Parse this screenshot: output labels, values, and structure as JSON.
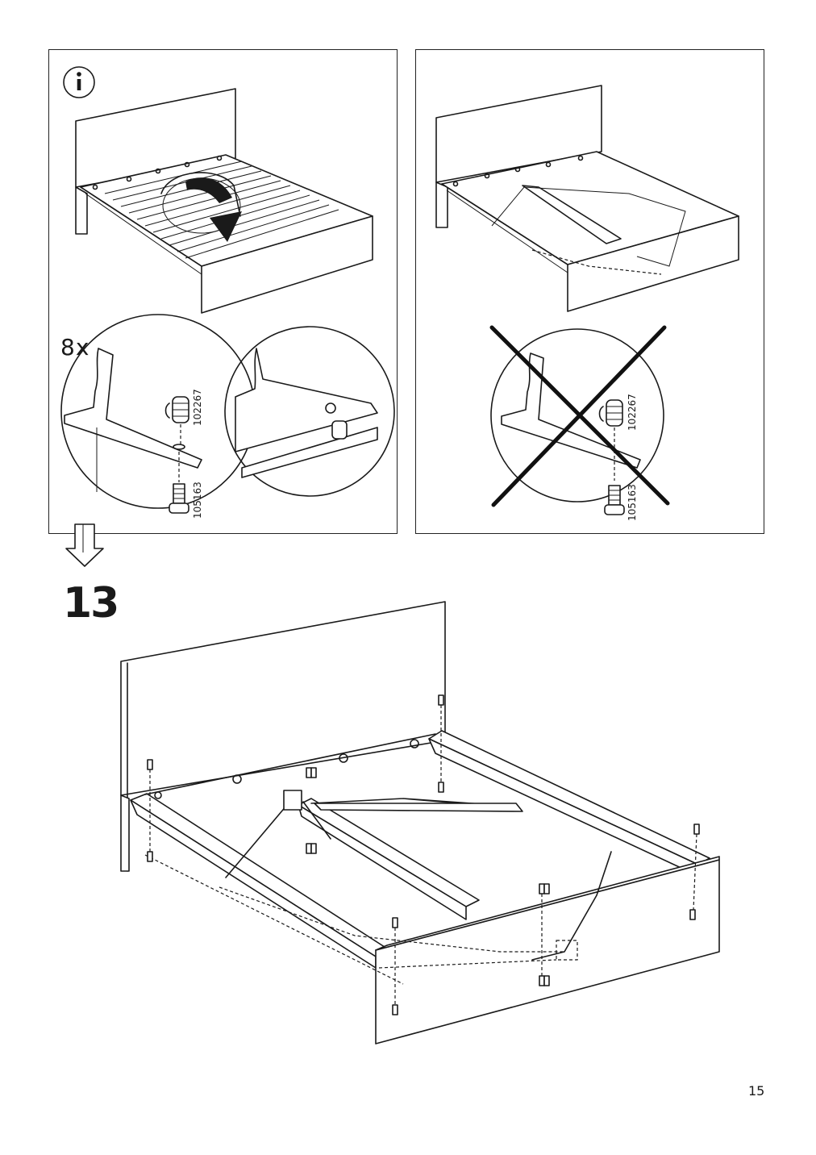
{
  "panels": {
    "left": {
      "quantity_label": "8x",
      "part_top": "102267",
      "part_bottom": "105163",
      "info_icon": "info-icon"
    },
    "right": {
      "part_top": "102267",
      "part_bottom": "105163",
      "cross_icon": "x-cross-icon"
    }
  },
  "step": {
    "number": "13",
    "arrow_icon": "down-arrow-icon"
  },
  "page": {
    "number": "15"
  }
}
